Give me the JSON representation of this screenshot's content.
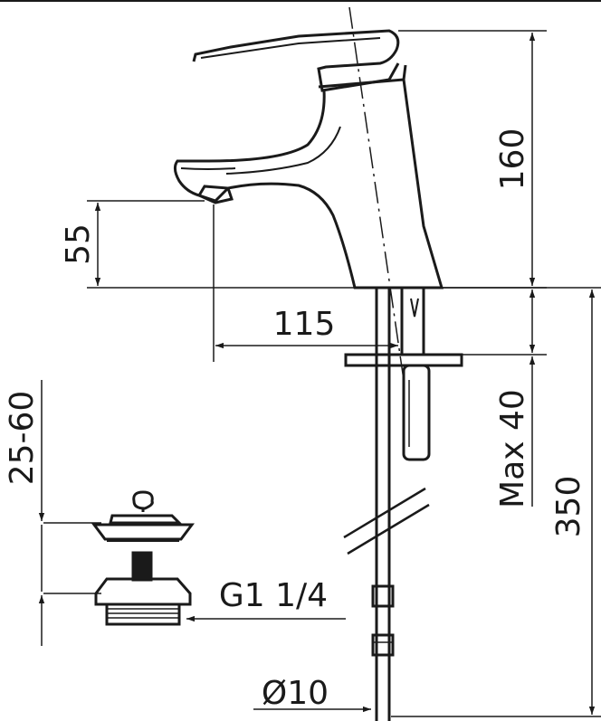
{
  "diagram": {
    "dimensions": {
      "overall_height": "160",
      "spout_height": "55",
      "spout_reach": "115",
      "drain_range": "25-60",
      "deck_max": "Max 40",
      "hose_length": "350",
      "drain_thread": "G1 1/4",
      "hose_diameter": "Ø10"
    }
  }
}
